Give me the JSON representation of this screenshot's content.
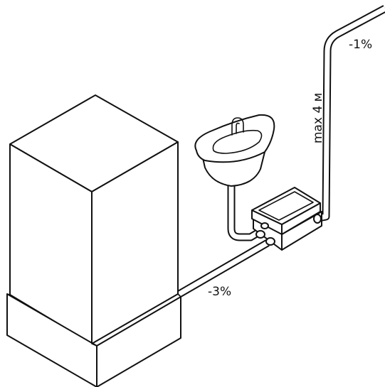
{
  "labels": {
    "drain_slope": "-3%",
    "riser_height": "max 4 м",
    "outlet_slope": "-1%"
  },
  "components": {
    "appliance": "washing-machine-or-boiler",
    "sink": "wall-mounted-washbasin",
    "pump": "sewage-pump-unit"
  }
}
